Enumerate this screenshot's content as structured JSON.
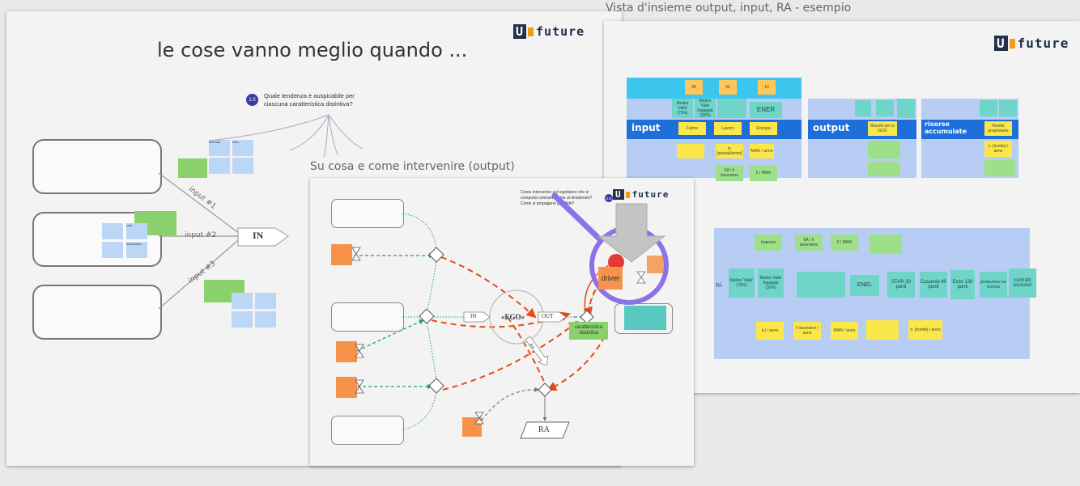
{
  "frame_left": {
    "title": "le cose vanno meglio quando ...",
    "question_number": "1.5",
    "question_line1": "Quale tendenza è auspicabile per",
    "question_line2": "ciascuna caratteristica distintiva?",
    "in_label": "IN",
    "input_labels": [
      "input #1",
      "input #2",
      "input #3"
    ],
    "tile_texts": [
      "tutti alta",
      "tutto",
      "calo",
      "mancanza"
    ]
  },
  "frame_mid": {
    "title": "Su cosa e come intervenire (output)",
    "question_number": "2.5",
    "question_line1": "Come intervenire sul regolatore che si",
    "question_line2": "comporta contrariamente al desiderato?",
    "question_line3": "Come si propagano gli effetti?",
    "in_label": "IN",
    "out_label": "OUT",
    "ego_label": "«EGO»",
    "ra_label": "RA",
    "ra_arrow_label": "RA",
    "driver_label": "driver",
    "carat_label": "caratteristica distintiva"
  },
  "frame_right": {
    "title": "Vista d'insieme output, input, RA - esempio",
    "input_label": "input",
    "output_label": "output",
    "risorse_label": "risorse accumulate",
    "top_numbers": [
      "40",
      "50",
      "10"
    ],
    "row1_notes": [
      "Mulino 'Valle' (70%)",
      "Mulino Valle fogaggia (30%)",
      "ENER"
    ],
    "input_notes": [
      "Farine",
      "Lavoro",
      "Energia"
    ],
    "input_row3": [
      "in [quintali/anno]",
      "MWh / anno"
    ],
    "input_row4": [
      "€A / h lavoratore",
      "€ / MWh"
    ],
    "output_notes": [
      "Biscotti per la GDO"
    ],
    "risorse_notes": [
      "Ricette proprietarie"
    ],
    "risorse_row3": [
      "n. [ricette] / anno"
    ],
    "lower_row1": [
      "Impresa",
      "€A / h lavoratore",
      "€ / MWh"
    ],
    "lower_row2": [
      "Mulino 'Valle' (70%)",
      "Mulino Valle fogaggia (30%)",
      "ENEL",
      "STAR 30 punti",
      "Casamia 90 punti",
      "Esse 130 punti",
      "produzione su licenza",
      "contratti esclusivi"
    ],
    "lower_row3": [
      "q.l / anno",
      "h lavoratori / anno",
      "MWh / anno",
      "n. [ricette] / anno"
    ],
    "lower_label": "ni"
  },
  "colors": {
    "accent_orange": "#f39b16",
    "logo_navy": "#22304a",
    "header_blue": "#1e6fd9",
    "band_light": "#b7cdf3",
    "red_dash": "#e64a19",
    "green_dash": "#1aa37a"
  },
  "logo_text": "future",
  "logo_u": "U"
}
